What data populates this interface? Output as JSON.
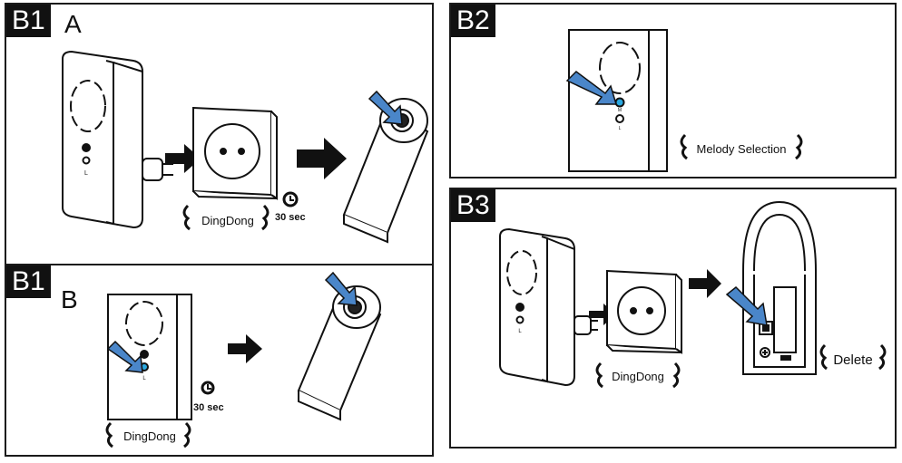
{
  "panels": {
    "b1a": {
      "tag": "B1",
      "sub": "A",
      "sound": "DingDong",
      "timer": "30 sec"
    },
    "b1b": {
      "tag": "B1",
      "sub": "B",
      "sound": "DingDong",
      "timer": "30 sec"
    },
    "b2": {
      "tag": "B2",
      "caption": "Melody Selection"
    },
    "b3": {
      "tag": "B3",
      "sound": "DingDong",
      "caption": "Delete"
    }
  },
  "device_labels": {
    "mark": "M",
    "led": "L"
  },
  "colors": {
    "arrow_blue": "#4a86c9",
    "button_cyan": "#29a8e0",
    "ink": "#111111"
  }
}
